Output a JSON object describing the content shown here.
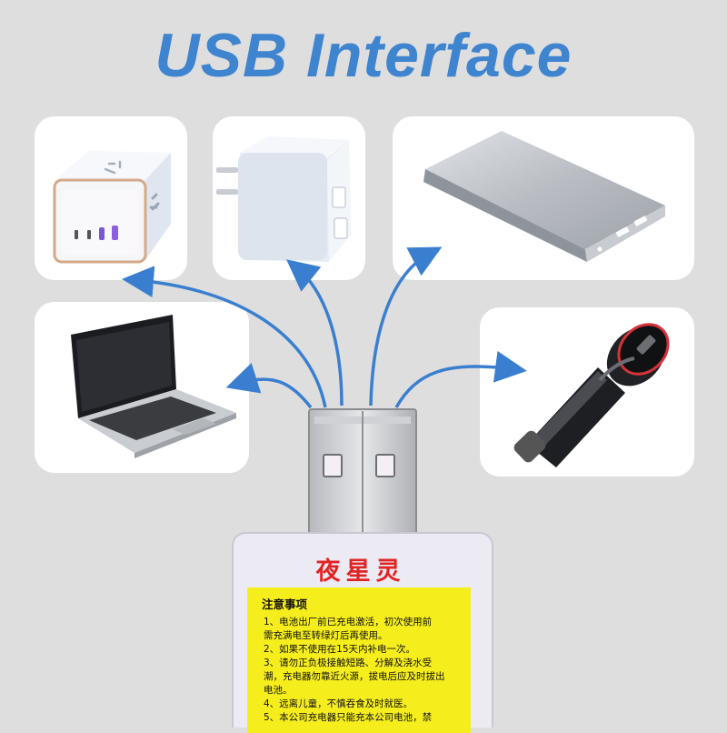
{
  "title": "USB Interface",
  "label": {
    "brand": "夜星灵",
    "notice_heading": "注意事项",
    "lines": [
      "1、电池出厂前已充电激活，初次使用前",
      "需充满电至转绿灯后再使用。",
      "2、如果不使用在15天内补电一次。",
      "3、请勿正负极接触短路、分解及浇水受",
      "潮，充电器勿靠近火源，拔电后应及时拔出",
      "电池。",
      "4、远离儿童，不慎吞食及时就医。",
      "5、本公司充电器只能充本公司电池，禁"
    ]
  },
  "colors": {
    "background": "#dedede",
    "title": "#3f84cf",
    "arrow": "#3a7fcf",
    "label_yellow": "#f6ee1c",
    "brand_red": "#e02424"
  },
  "devices": [
    "power-strip-cube-icon",
    "wall-charger-icon",
    "power-bank-icon",
    "laptop-icon",
    "car-charger-icon"
  ]
}
